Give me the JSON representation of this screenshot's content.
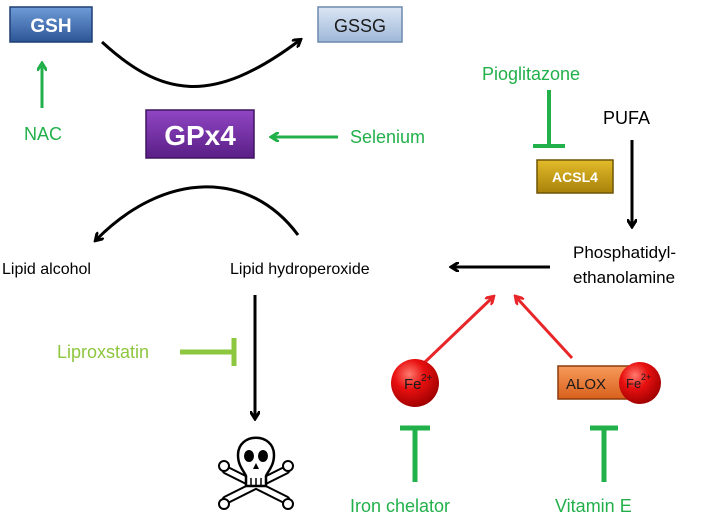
{
  "nodes": {
    "gsh": "GSH",
    "gssg": "GSSG",
    "gpx4": "GPx4",
    "acsl4": "ACSL4",
    "alox": "ALOX",
    "fe": "Fe",
    "fe_charge": "2+",
    "alox_fe": "Fe",
    "alox_fe_charge": "2+"
  },
  "labels": {
    "nac": "NAC",
    "selenium": "Selenium",
    "pioglitazone": "Pioglitazone",
    "pufa": "PUFA",
    "pe_line1": "Phosphatidyl-",
    "pe_line2": "ethanolamine",
    "lipid_alcohol": "Lipid alcohol",
    "lipid_hydroperoxide": "Lipid hydroperoxide",
    "liproxstatin": "Liproxstatin",
    "iron_chelator": "Iron chelator",
    "vitamin_e": "Vitamin E"
  },
  "colors": {
    "gsh_box": "#3f6fb0",
    "gssg_box": "#b8cce4",
    "gpx4_box": "#7030a0",
    "acsl4_box": "#c9a012",
    "alox_box": "#f07c36",
    "fe_ball": "#e81010",
    "inhibitor_green": "#22b04b",
    "liproxstatin_green": "#8dc63f",
    "activation_red": "#e8262a",
    "arrow_black": "#000000"
  },
  "icons": {
    "death": "skull-crossbones-icon"
  }
}
